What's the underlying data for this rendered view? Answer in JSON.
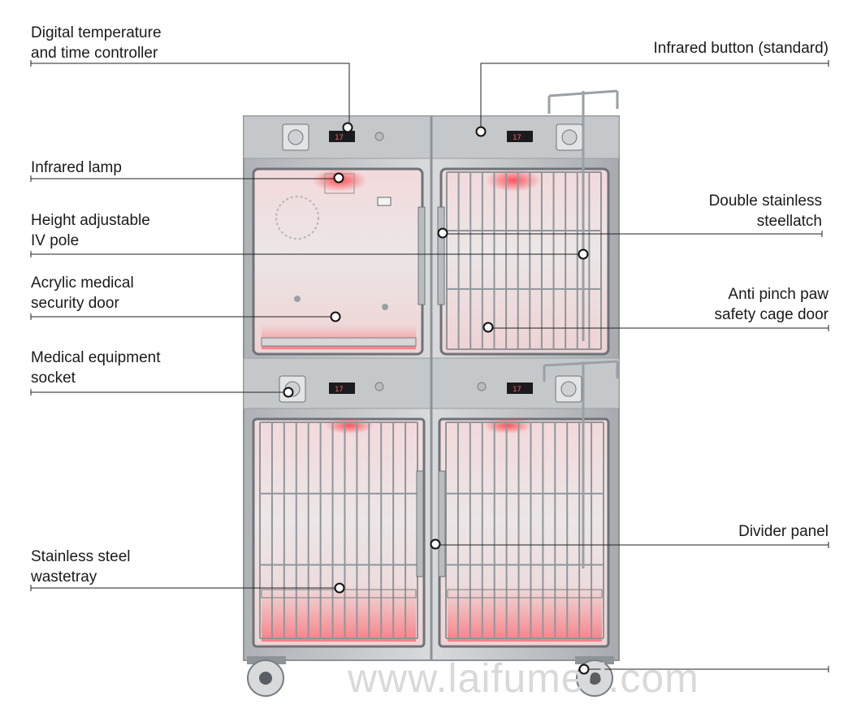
{
  "callouts": [
    {
      "id": "digital-temperature-time-controller",
      "text": "Digital temperature\nand time controller",
      "side": "left"
    },
    {
      "id": "infrared-lamp",
      "text": "Infrared lamp",
      "side": "left"
    },
    {
      "id": "height-adjustable-iv-pole",
      "text": "Height adjustable\nIV pole",
      "side": "left"
    },
    {
      "id": "acrylic-medical-security-door",
      "text": "Acrylic medical\nsecurity door",
      "side": "left"
    },
    {
      "id": "medical-equipment-socket",
      "text": "Medical equipment\nsocket",
      "side": "left"
    },
    {
      "id": "stainless-steel-wastetray",
      "text": "Stainless steel\nwastetray",
      "side": "left"
    },
    {
      "id": "infrared-button",
      "text": "Infrared button (standard)",
      "side": "right"
    },
    {
      "id": "double-stainless-steellatch",
      "text": "Double stainless\nsteellatch",
      "side": "right"
    },
    {
      "id": "anti-pinch-paw-safety-cage-door",
      "text": "Anti pinch paw\nsafety cage door",
      "side": "right"
    },
    {
      "id": "divider-panel",
      "text": "Divider panel",
      "side": "right"
    },
    {
      "id": "caster-wheel",
      "text": "",
      "side": "right"
    }
  ],
  "display_readout": "17",
  "watermark": "www.laifumed.com",
  "colors": {
    "steel": "#c9ccce",
    "steel_dark": "#8e9398",
    "interior": "#e8e4e4",
    "glow": "#ff3c46",
    "line": "#222222"
  }
}
